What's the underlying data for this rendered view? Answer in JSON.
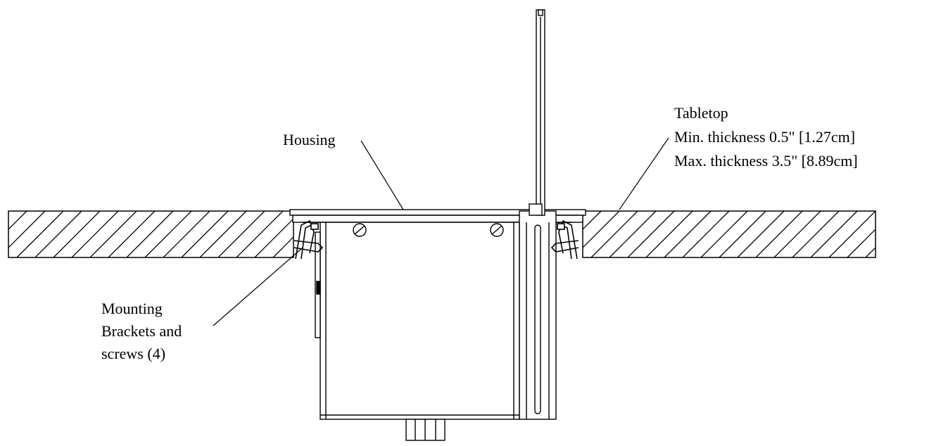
{
  "labels": {
    "housing": "Housing",
    "tabletop": {
      "title": "Tabletop",
      "min": "Min. thickness 0.5\" [1.27cm]",
      "max": "Max. thickness 3.5\" [8.89cm]"
    },
    "brackets": {
      "line1": "Mounting",
      "line2": "Brackets and",
      "line3": "screws (4)"
    }
  },
  "colors": {
    "line": "#000000",
    "background": "#ffffff"
  }
}
